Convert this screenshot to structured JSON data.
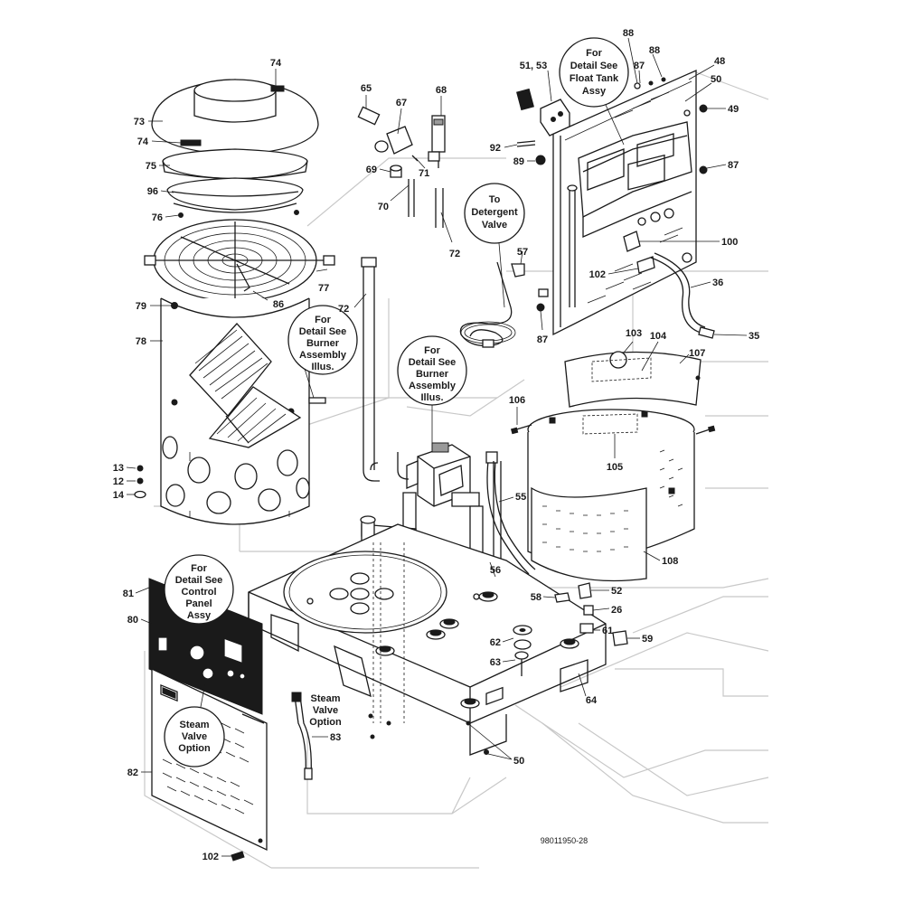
{
  "part_labels": [
    {
      "id": "74a",
      "text": "74"
    },
    {
      "id": "73",
      "text": "73"
    },
    {
      "id": "74b",
      "text": "74"
    },
    {
      "id": "75",
      "text": "75"
    },
    {
      "id": "96",
      "text": "96"
    },
    {
      "id": "76",
      "text": "76"
    },
    {
      "id": "77",
      "text": "77"
    },
    {
      "id": "86",
      "text": "86"
    },
    {
      "id": "79",
      "text": "79"
    },
    {
      "id": "78",
      "text": "78"
    },
    {
      "id": "72a",
      "text": "72"
    },
    {
      "id": "13",
      "text": "13"
    },
    {
      "id": "12",
      "text": "12"
    },
    {
      "id": "14",
      "text": "14"
    },
    {
      "id": "65",
      "text": "65"
    },
    {
      "id": "67",
      "text": "67"
    },
    {
      "id": "68",
      "text": "68"
    },
    {
      "id": "69",
      "text": "69"
    },
    {
      "id": "71",
      "text": "71"
    },
    {
      "id": "70",
      "text": "70"
    },
    {
      "id": "72b",
      "text": "72"
    },
    {
      "id": "57",
      "text": "57"
    },
    {
      "id": "51_53",
      "text": "51, 53"
    },
    {
      "id": "92",
      "text": "92"
    },
    {
      "id": "89",
      "text": "89"
    },
    {
      "id": "88a",
      "text": "88"
    },
    {
      "id": "88b",
      "text": "88"
    },
    {
      "id": "87a",
      "text": "87"
    },
    {
      "id": "48",
      "text": "48"
    },
    {
      "id": "50a",
      "text": "50"
    },
    {
      "id": "49",
      "text": "49"
    },
    {
      "id": "87b",
      "text": "87"
    },
    {
      "id": "100",
      "text": "100"
    },
    {
      "id": "102a",
      "text": "102"
    },
    {
      "id": "36",
      "text": "36"
    },
    {
      "id": "87c",
      "text": "87"
    },
    {
      "id": "35",
      "text": "35"
    },
    {
      "id": "103",
      "text": "103"
    },
    {
      "id": "104",
      "text": "104"
    },
    {
      "id": "107",
      "text": "107"
    },
    {
      "id": "106",
      "text": "106"
    },
    {
      "id": "105",
      "text": "105"
    },
    {
      "id": "55",
      "text": "55"
    },
    {
      "id": "108",
      "text": "108"
    },
    {
      "id": "56",
      "text": "56"
    },
    {
      "id": "52",
      "text": "52"
    },
    {
      "id": "58",
      "text": "58"
    },
    {
      "id": "26",
      "text": "26"
    },
    {
      "id": "61",
      "text": "61"
    },
    {
      "id": "59",
      "text": "59"
    },
    {
      "id": "62",
      "text": "62"
    },
    {
      "id": "63",
      "text": "63"
    },
    {
      "id": "64",
      "text": "64"
    },
    {
      "id": "50b",
      "text": "50"
    },
    {
      "id": "81",
      "text": "81"
    },
    {
      "id": "80",
      "text": "80"
    },
    {
      "id": "82",
      "text": "82"
    },
    {
      "id": "83",
      "text": "83"
    },
    {
      "id": "102b",
      "text": "102"
    }
  ],
  "callouts": [
    {
      "id": "float-tank",
      "lines": [
        "For",
        "Detail See",
        "Float Tank",
        "Assy"
      ]
    },
    {
      "id": "detergent",
      "lines": [
        "To",
        "Detergent",
        "Valve"
      ]
    },
    {
      "id": "burner-1",
      "lines": [
        "For",
        "Detail See",
        "Burner",
        "Assembly",
        "Illus."
      ]
    },
    {
      "id": "burner-2",
      "lines": [
        "For",
        "Detail See",
        "Burner",
        "Assembly",
        "Illus."
      ]
    },
    {
      "id": "control-panel",
      "lines": [
        "For",
        "Detail See",
        "Control",
        "Panel",
        "Assy"
      ]
    },
    {
      "id": "steam-valve-circle",
      "lines": [
        "Steam",
        "Valve",
        "Option"
      ]
    }
  ],
  "steam_valve_text": [
    "Steam",
    "Valve",
    "Option"
  ],
  "drawing_ref": "98011950-28"
}
